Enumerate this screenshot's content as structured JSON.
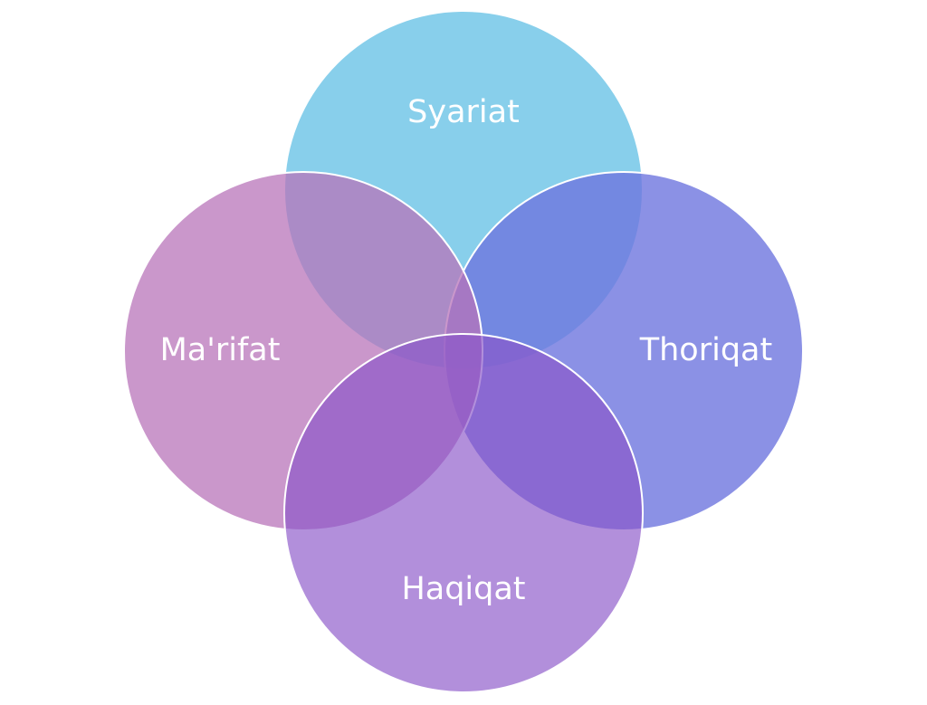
{
  "diagram": {
    "type": "venn",
    "circles": [
      {
        "key": "syariat",
        "label": "Syariat",
        "color": "#7ECBE9",
        "opacity": 0.92
      },
      {
        "key": "thoriqat",
        "label": "Thoriqat",
        "color": "#6E76DE",
        "opacity": 0.8
      },
      {
        "key": "marifat",
        "label": "Ma'rifat",
        "color": "#B873B9",
        "opacity": 0.74
      },
      {
        "key": "haqiqat",
        "label": "Haqiqat",
        "color": "#8A55C8",
        "opacity": 0.66
      }
    ]
  }
}
